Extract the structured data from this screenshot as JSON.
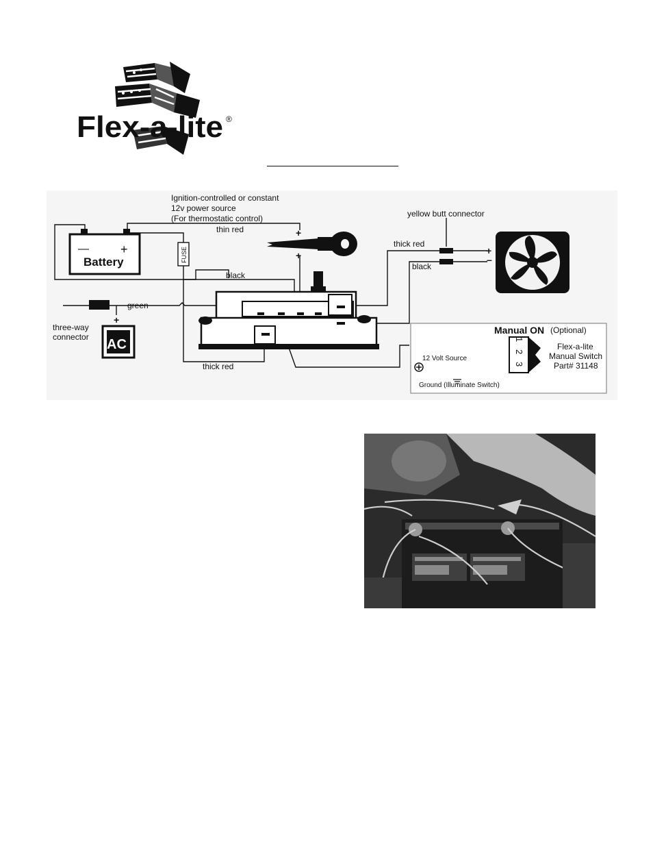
{
  "logo": {
    "brand": "Flex-a-lite",
    "registered": "®"
  },
  "diagram": {
    "power_source_lines": [
      "Ignition-controlled or constant",
      "12v power source",
      "(For thermostatic control)"
    ],
    "thin_red": "thin red",
    "battery": {
      "label": "Battery",
      "minus": "—",
      "plus": "+"
    },
    "fuse": "FUSE",
    "black_top": "black",
    "key_plus_top": "+",
    "key_plus_bottom": "+",
    "green": "green",
    "three_way_lines": [
      "three-way",
      "connector"
    ],
    "ac_plus": "+",
    "ac": "AC",
    "thick_red_bottom": "thick red",
    "yellow_butt": "yellow butt connector",
    "thick_red_top": "thick red",
    "black_right": "black",
    "fan_plus": "+",
    "fan_minus": "–",
    "switch": {
      "title": "Manual ON",
      "optional": "(Optional)",
      "pins": [
        "1",
        "2",
        "3"
      ],
      "name_lines": [
        "Flex-a-lite",
        "Manual Switch",
        "Part# 31148"
      ],
      "volt_source": "12 Volt Source",
      "ground": "Ground (Illuminate Switch)"
    }
  }
}
